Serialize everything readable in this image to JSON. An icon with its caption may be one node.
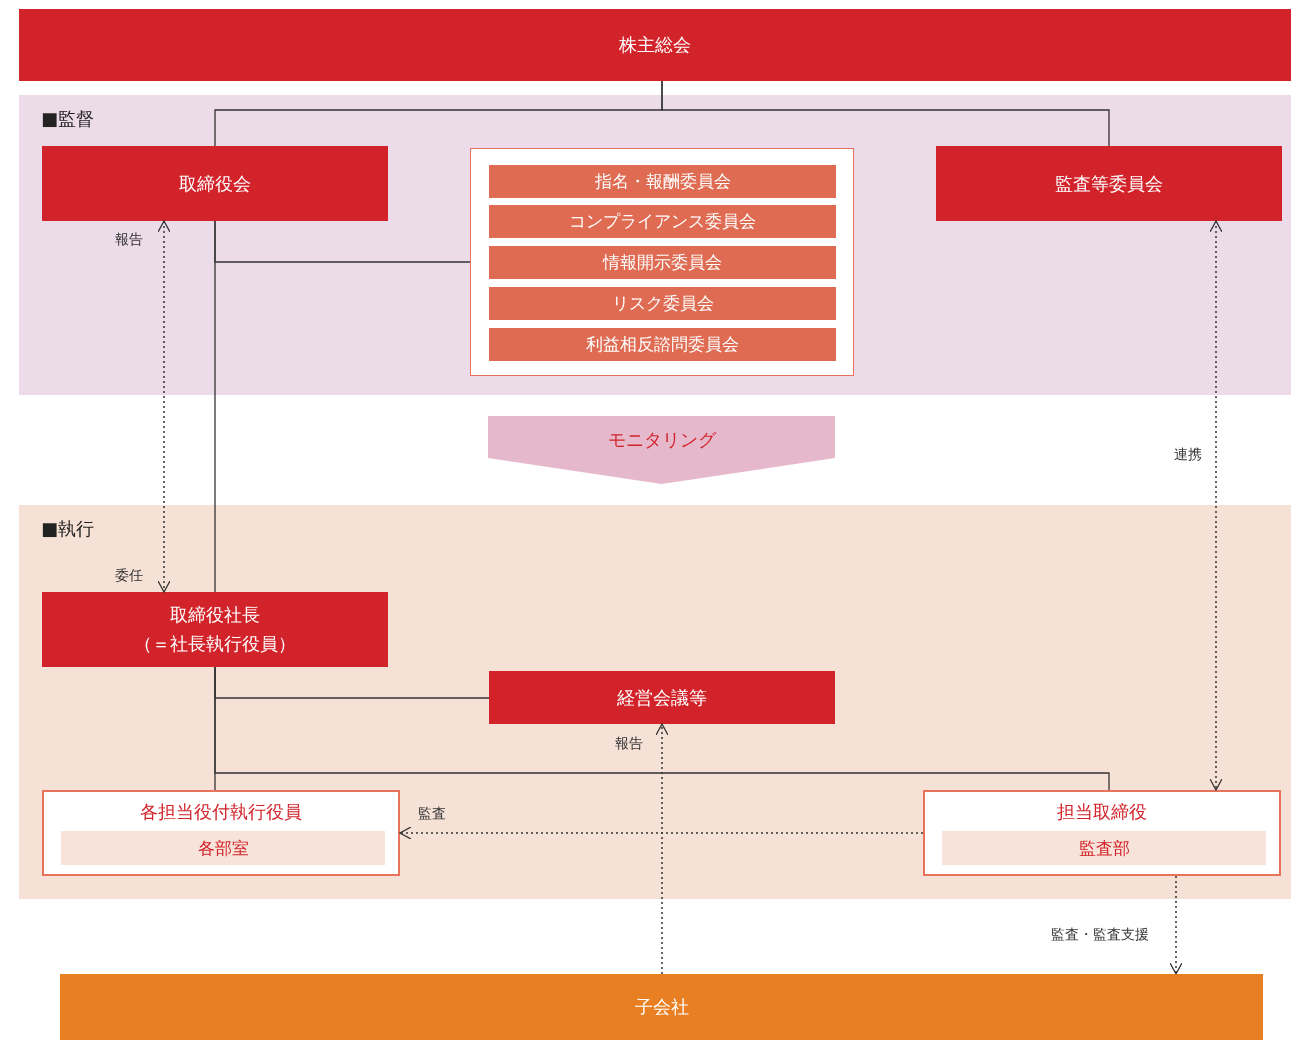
{
  "diagram": {
    "nodes": [
      {
        "text": [
          "株主総会"
        ]
      },
      {
        "text": [
          "■監督"
        ]
      },
      {
        "text": [
          "取締役会"
        ],
        "in": 1
      },
      {
        "text": [],
        "shape": "box",
        "in": 1
      },
      {
        "text": [
          "指名・報酬委員会"
        ],
        "in": 3
      },
      {
        "text": [
          "コンプライアンス委員会"
        ],
        "in": 3
      },
      {
        "text": [
          "情報開示委員会"
        ],
        "in": 3
      },
      {
        "text": [
          "リスク委員会"
        ],
        "in": 3
      },
      {
        "text": [
          "利益相反諮問委員会"
        ],
        "in": 3
      },
      {
        "text": [
          "監査等委員会"
        ],
        "in": 1
      },
      {
        "text": [
          "モニタリング"
        ]
      },
      {
        "text": [
          "■執行"
        ]
      },
      {
        "text": [
          "取締役社長",
          "（＝社長執行役員）"
        ],
        "in": 11
      },
      {
        "text": [
          "経営会議等"
        ],
        "in": 11
      },
      {
        "text": [
          "各担当役付執行役員"
        ],
        "in": 11
      },
      {
        "text": [
          "各部室"
        ],
        "in": 14
      },
      {
        "text": [
          "担当取締役"
        ],
        "in": 11
      },
      {
        "text": [
          "監査部"
        ],
        "in": 16
      },
      {
        "text": [
          "子会社"
        ]
      }
    ],
    "edges": [
      {
        "from": 0,
        "to": 2,
        "arrow": "none"
      },
      {
        "from": 0,
        "to": 9,
        "arrow": "none"
      },
      {
        "from": 2,
        "to": 3,
        "arrow": "none"
      },
      {
        "from": 2,
        "to": 12,
        "arrow": "none"
      },
      {
        "from": 2,
        "to": 12,
        "arrow": "both",
        "style": "dashed",
        "label": "報告"
      },
      {
        "from": 9,
        "to": 16,
        "arrow": "both",
        "style": "dashed",
        "label": "連携"
      },
      {
        "from": 12,
        "to": 13,
        "arrow": "none"
      },
      {
        "from": 12,
        "to": 14,
        "arrow": "none"
      },
      {
        "from": 12,
        "to": 16,
        "arrow": "none"
      },
      {
        "from": 18,
        "to": 13,
        "arrow": "to",
        "style": "dashed",
        "label": "報告"
      },
      {
        "from": 16,
        "to": 14,
        "arrow": "to",
        "style": "dashed",
        "label": "監査"
      },
      {
        "from": 16,
        "to": 18,
        "arrow": "to",
        "style": "dashed",
        "label": "監査・監査支援"
      }
    ],
    "labels": [
      "委任"
    ]
  }
}
